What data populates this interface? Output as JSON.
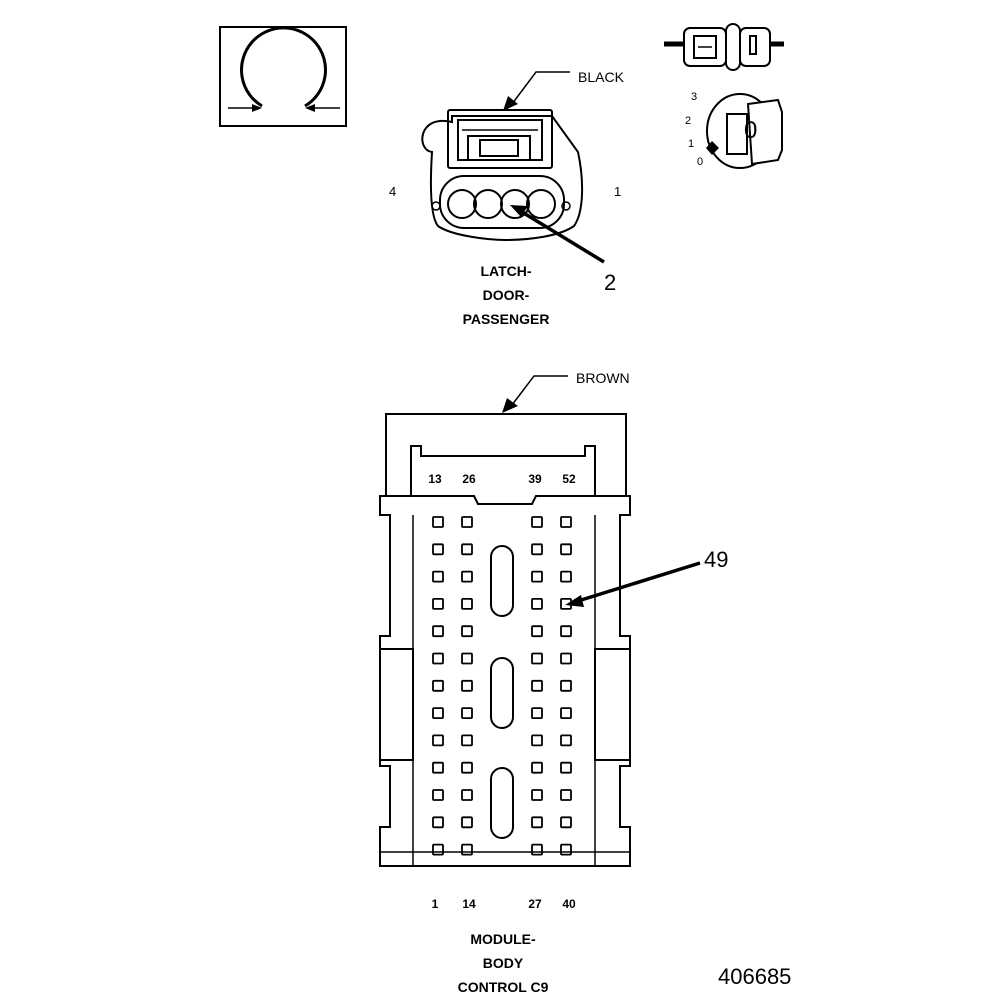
{
  "top_connector": {
    "color_label": "BLACK",
    "cavity_left": "4",
    "cavity_right": "1",
    "callout": "2",
    "name_lines": [
      "LATCH-",
      "DOOR-",
      "PASSENGER"
    ]
  },
  "lock_icon": {
    "positions": [
      "3",
      "2",
      "1",
      "0"
    ],
    "key_label": "0"
  },
  "bottom_connector": {
    "color_label": "BROWN",
    "top_pins": [
      "13",
      "26",
      "39",
      "52"
    ],
    "bottom_pins": [
      "1",
      "14",
      "27",
      "40"
    ],
    "callout": "49",
    "name_lines": [
      "MODULE-",
      "BODY",
      "CONTROL C9"
    ]
  },
  "figure_number": "406685"
}
